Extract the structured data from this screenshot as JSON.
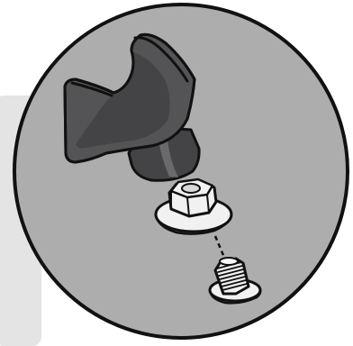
{
  "figure": {
    "kind": "assembly-detail-illustration",
    "parts": [
      {
        "name": "knob",
        "icon": "wing-knob-icon"
      },
      {
        "name": "flange-nut",
        "icon": "hex-flange-nut-icon"
      },
      {
        "name": "bolt",
        "icon": "threaded-bolt-icon"
      }
    ],
    "connector_style": "dashed",
    "colors": {
      "background_panel": "#e4e4e5",
      "circle_fill": "#adadae",
      "outline": "#111111",
      "knob_fill": "#545456",
      "knob_shade": "#444446",
      "knob_highlight": "#6a6a6c",
      "nut_fill": "#f1f1f1",
      "bolt_fill": "#f1f1f1"
    }
  }
}
